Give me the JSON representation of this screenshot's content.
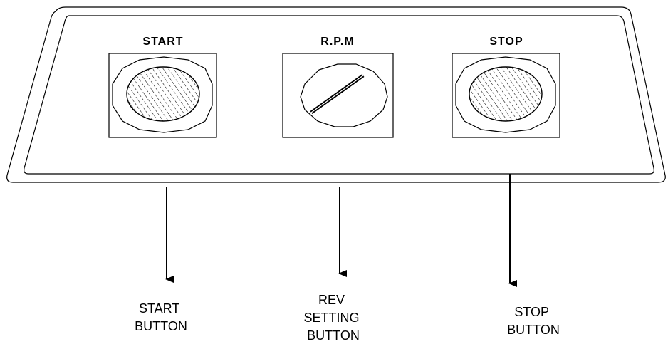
{
  "panel": {
    "labels": {
      "start": "START",
      "rpm": "R.P.M",
      "stop": "STOP"
    }
  },
  "callouts": {
    "start": [
      "START",
      "BUTTON"
    ],
    "rev": [
      "REV",
      "SETTING",
      "BUTTON"
    ],
    "stop": [
      "STOP",
      "BUTTON"
    ]
  },
  "colors": {
    "line": "#000000",
    "background": "#ffffff"
  }
}
